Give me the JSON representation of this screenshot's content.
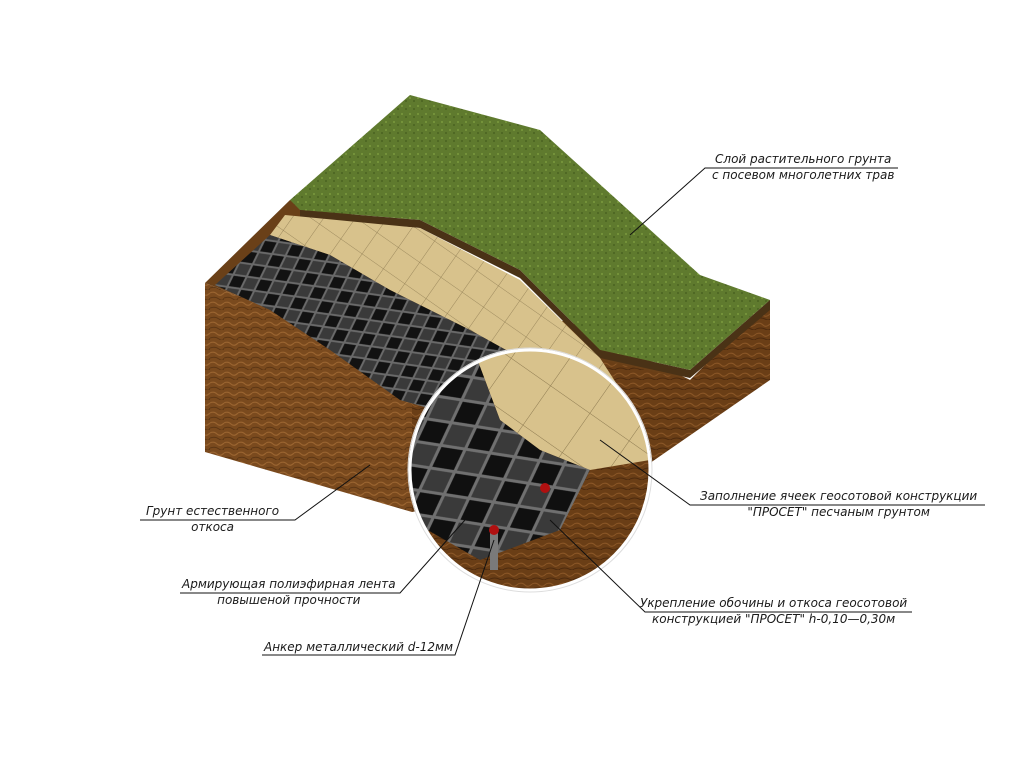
{
  "labels": {
    "topsoil": {
      "line1": "Слой растительного грунта",
      "line2": "с посевом многолетних трав"
    },
    "fill": {
      "line1": "Заполнение ячеек геосотовой конструкции",
      "line2": "\"ПРОСЕТ\" песчаным грунтом"
    },
    "natural_soil": {
      "line1": "Грунт естественного",
      "line2": "откоса"
    },
    "polyester_tape": {
      "line1": "Армирующая полиэфирная лента",
      "line2": "повышеной прочности"
    },
    "reinforcement": {
      "line1": "Укрепление обочины и откоса геосотовой",
      "line2": "конструкцией \"ПРОСЕТ\" h-0,10—0,30м"
    },
    "anchor": {
      "line1": "Анкер металлический d-12мм"
    }
  },
  "colors": {
    "soil": "#7a4a1e",
    "soil_dark": "#5a3412",
    "grass": "#5f7a2e",
    "sand": "#d8c28c",
    "cells": "#2a2a2a",
    "anchor": "#b01010",
    "background": "#ffffff"
  }
}
